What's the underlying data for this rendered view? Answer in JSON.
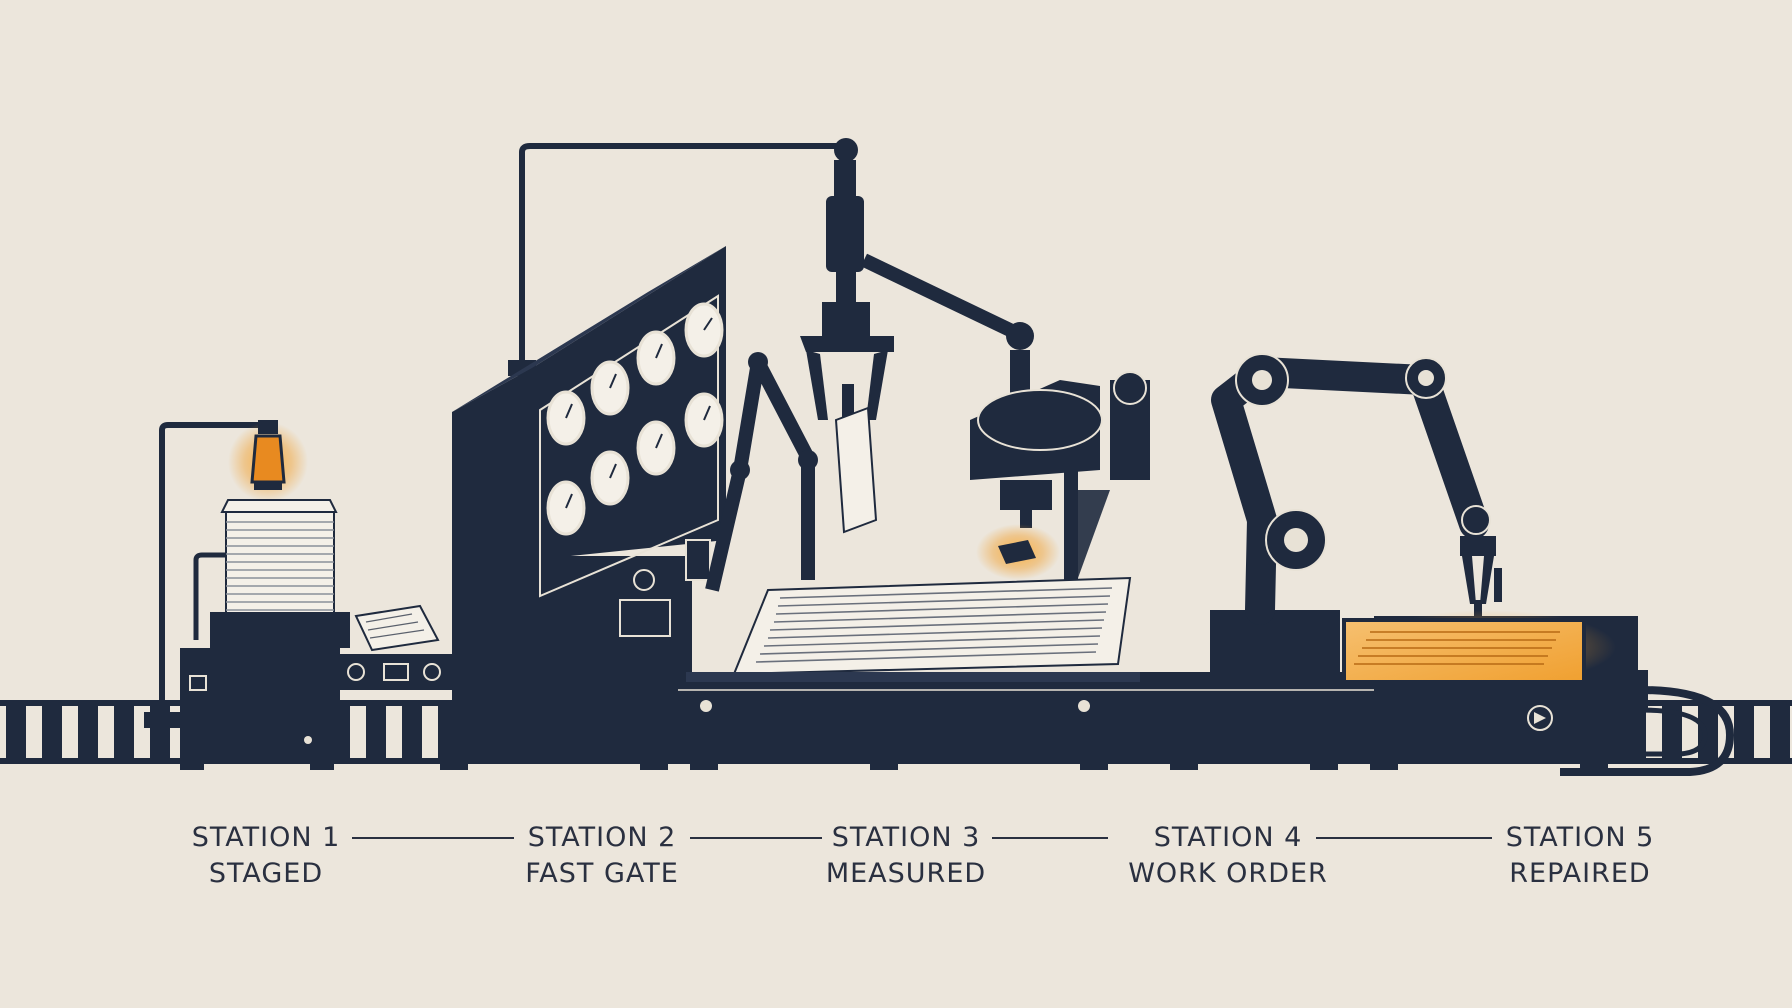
{
  "colors": {
    "background": "#ece6dc",
    "machine": "#1f2a3e",
    "outline": "#e8e2d6",
    "paper": "#f4f0e8",
    "glow": "#f0a030",
    "label": "#2a3040"
  },
  "stations": [
    {
      "title": "STATION 1",
      "status": "STAGED"
    },
    {
      "title": "STATION 2",
      "status": "FAST GATE"
    },
    {
      "title": "STATION 3",
      "status": "MEASURED"
    },
    {
      "title": "STATION 4",
      "status": "WORK ORDER"
    },
    {
      "title": "STATION 5",
      "status": "REPAIRED"
    }
  ]
}
